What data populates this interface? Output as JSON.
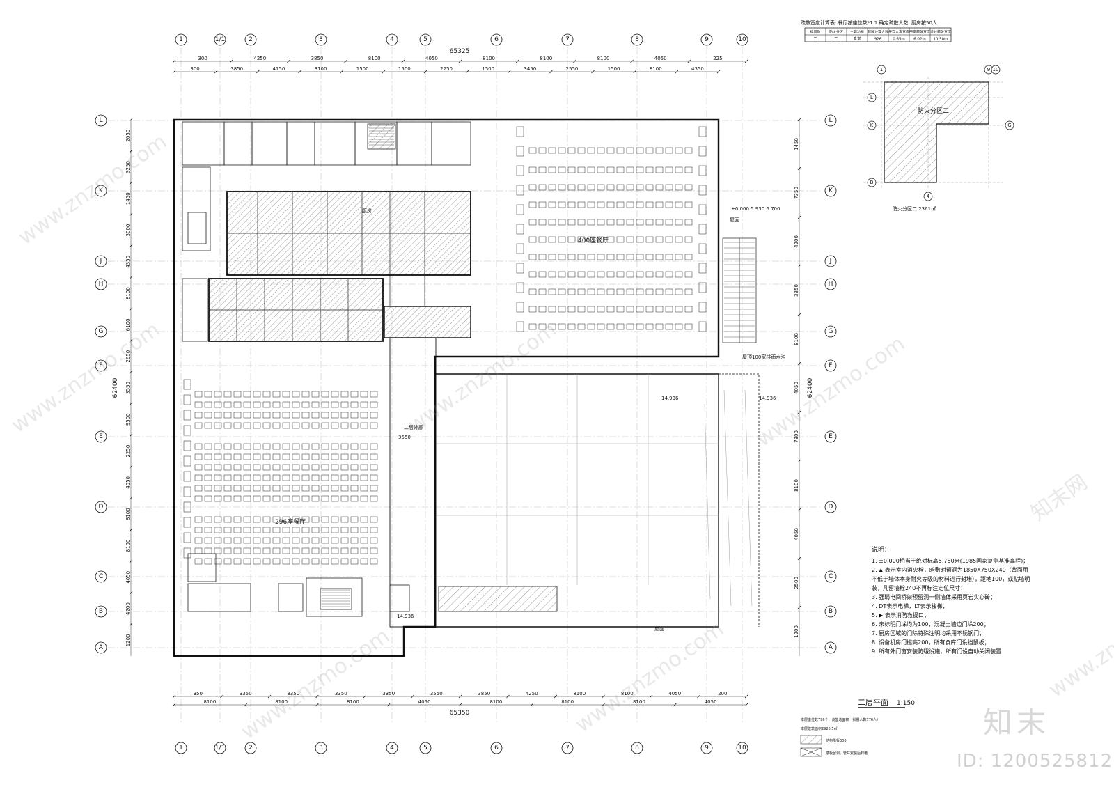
{
  "table": {
    "caption": "疏散宽度计算表: 餐厅按座位数*1.1 确定疏散人数; 厨房按50人",
    "headers": [
      "楼层数",
      "防火分区",
      "主要功能",
      "疏散计算人数",
      "每百人净宽度",
      "所需疏散宽度",
      "设计疏散宽度"
    ],
    "row": [
      "二",
      "二",
      "食堂",
      "926",
      "0.65m",
      "6.02m",
      "10.50m"
    ]
  },
  "keyplan": {
    "label": "防火分区二 2361㎡",
    "zone_text": "防火分区二",
    "axes": [
      "L",
      "K",
      "G",
      "B",
      "1",
      "4",
      "9",
      "10"
    ]
  },
  "axes": {
    "columns": [
      "1",
      "1/1",
      "2",
      "3",
      "4",
      "5",
      "6",
      "7",
      "8",
      "9",
      "10"
    ],
    "rows": [
      "L",
      "K",
      "J",
      "H",
      "G",
      "F",
      "E",
      "D",
      "C",
      "B",
      "A"
    ]
  },
  "dimensions": {
    "top_total": "65325",
    "bottom_total": "65350",
    "left_total": "62400",
    "right_total": "62400",
    "top_row1": [
      "300",
      "4250",
      "3850",
      "8100",
      "4050",
      "8100",
      "8100",
      "8100",
      "4050",
      "225"
    ],
    "top_row2": [
      "300",
      "3850",
      "4150",
      "3100",
      "1500",
      "1500",
      "2250",
      "1500",
      "3450",
      "2550",
      "1500",
      "8100",
      "4350"
    ],
    "bottom_row1": [
      "350",
      "3350",
      "3350",
      "3350",
      "3350",
      "3550",
      "3850",
      "4250",
      "8100",
      "8100",
      "4050",
      "200"
    ],
    "bottom_row2": [
      "8100",
      "8100",
      "8100",
      "4050",
      "8100",
      "8100",
      "8100",
      "4050"
    ],
    "left_row": [
      "2050",
      "3250",
      "1450",
      "3000",
      "4350",
      "8100",
      "6100",
      "2650",
      "3550",
      "9500",
      "2250",
      "4050",
      "8100",
      "8100",
      "4050",
      "4200",
      "1200"
    ],
    "right_row": [
      "1450",
      "7350",
      "4200",
      "3850",
      "8100",
      "4050",
      "7800",
      "8100",
      "4050",
      "2500",
      "1200"
    ]
  },
  "rooms": {
    "dining_east": "400座餐厅",
    "dining_west": "296座餐厅",
    "kitchen": "厨房",
    "roof_label": "屋面",
    "elev_label": "±0.000 5.930 6.700",
    "corridor": "二层外廊",
    "main_room_num": "3550",
    "exit_tag": "14.936",
    "exit_caption": "屋顶100宽排雨水沟"
  },
  "notes": {
    "title": "说明：",
    "items": [
      "1. ±0.000相当于绝对标高5.750米(1985国家复测基准高程)；",
      "2. ▲ 表示室内消火栓，暗敷时留洞为1850X750X240（背面用不低于墙体本身耐火等级的材料进行封堵），距地100，或贴墙明装，凡留墙栓240不再标注定位尺寸；",
      "3. 强弱电间桥架预留洞一侧墙体采用页岩实心砖；",
      "4. DT表示电梯，LT表示楼梯；",
      "5. ▶ 表示消防救援口；",
      "6. 未标明门垛均为100，混凝土墙边门垛200；",
      "7. 厨房区域的门除特殊注明均采用不锈钢门；",
      "8. 设备机房门槛高200，所有食库门设挡鼠板；",
      "9. 所有外门窗安装防蛾设施，所有门设自动关闭装置"
    ]
  },
  "legend": {
    "line1": "本层座位数796个，食堂总面积（就餐人数776人）",
    "line2": "本层建筑面积2926.5㎡",
    "item1": "结构降板300",
    "item2": "楼板留洞，管井安装后封堵"
  },
  "sheet": {
    "title": "二层平面",
    "scale": "1:150"
  },
  "brand": {
    "logo": "知末",
    "id": "ID: 1200525812",
    "watermark": "www.znzmo.com",
    "watermark_cn": "知末网"
  }
}
